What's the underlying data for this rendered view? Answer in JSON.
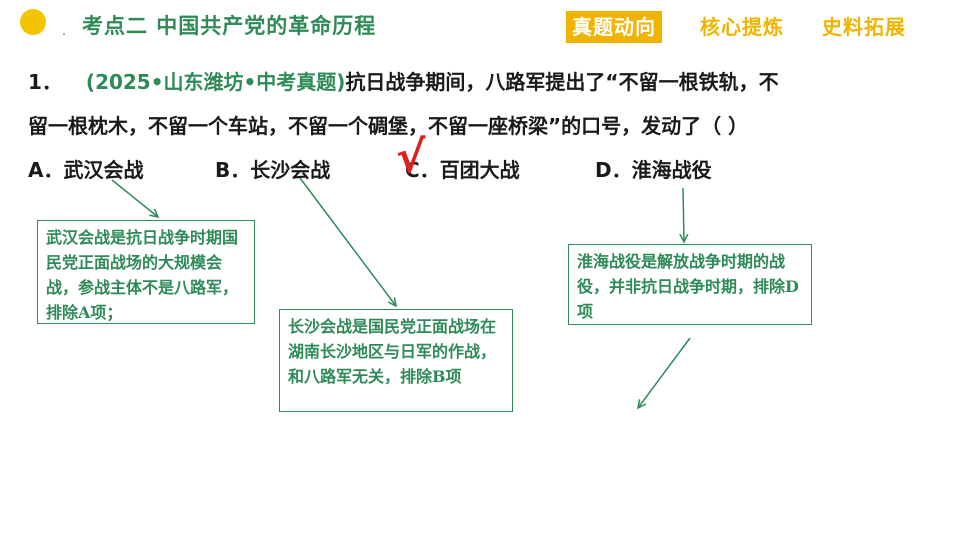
{
  "header": {
    "topic_title": "考点二  中国共产党的革命历程",
    "tabs": [
      {
        "label": "真题动向",
        "active": true
      },
      {
        "label": "核心提炼",
        "active": false
      },
      {
        "label": "史料拓展",
        "active": false
      }
    ]
  },
  "question": {
    "number": "1．",
    "source": "(2025•山东潍坊•中考真题)",
    "line1_text": "抗日战争期间，八路军提出了“不留一根铁轨，不",
    "line2_text": "留一根枕木，不留一个车站，不留一个碉堡，不留一座桥梁”的口号，发动了（    ）",
    "options": [
      {
        "letter": "A．",
        "text": "武汉会战"
      },
      {
        "letter": "B．",
        "text": "长沙会战"
      },
      {
        "letter": "C．",
        "text": "百团大战"
      },
      {
        "letter": "D．",
        "text": "淮海战役"
      }
    ],
    "correct_mark": "√"
  },
  "notes": {
    "a": "武汉会战是抗日战争时期国民党正面战场的大规模会战，参战主体不是八路军，排除A项；",
    "b": "长沙会战是国民党正面战场在湖南长沙地区与日军的作战，和八路军无关，排除B项",
    "d": "淮海战役是解放战争时期的战役，并非抗日战争时期，排除D项"
  },
  "colors": {
    "accent_yellow": "#f0b400",
    "note_green": "#2e8b57",
    "check_red": "#e02020"
  }
}
